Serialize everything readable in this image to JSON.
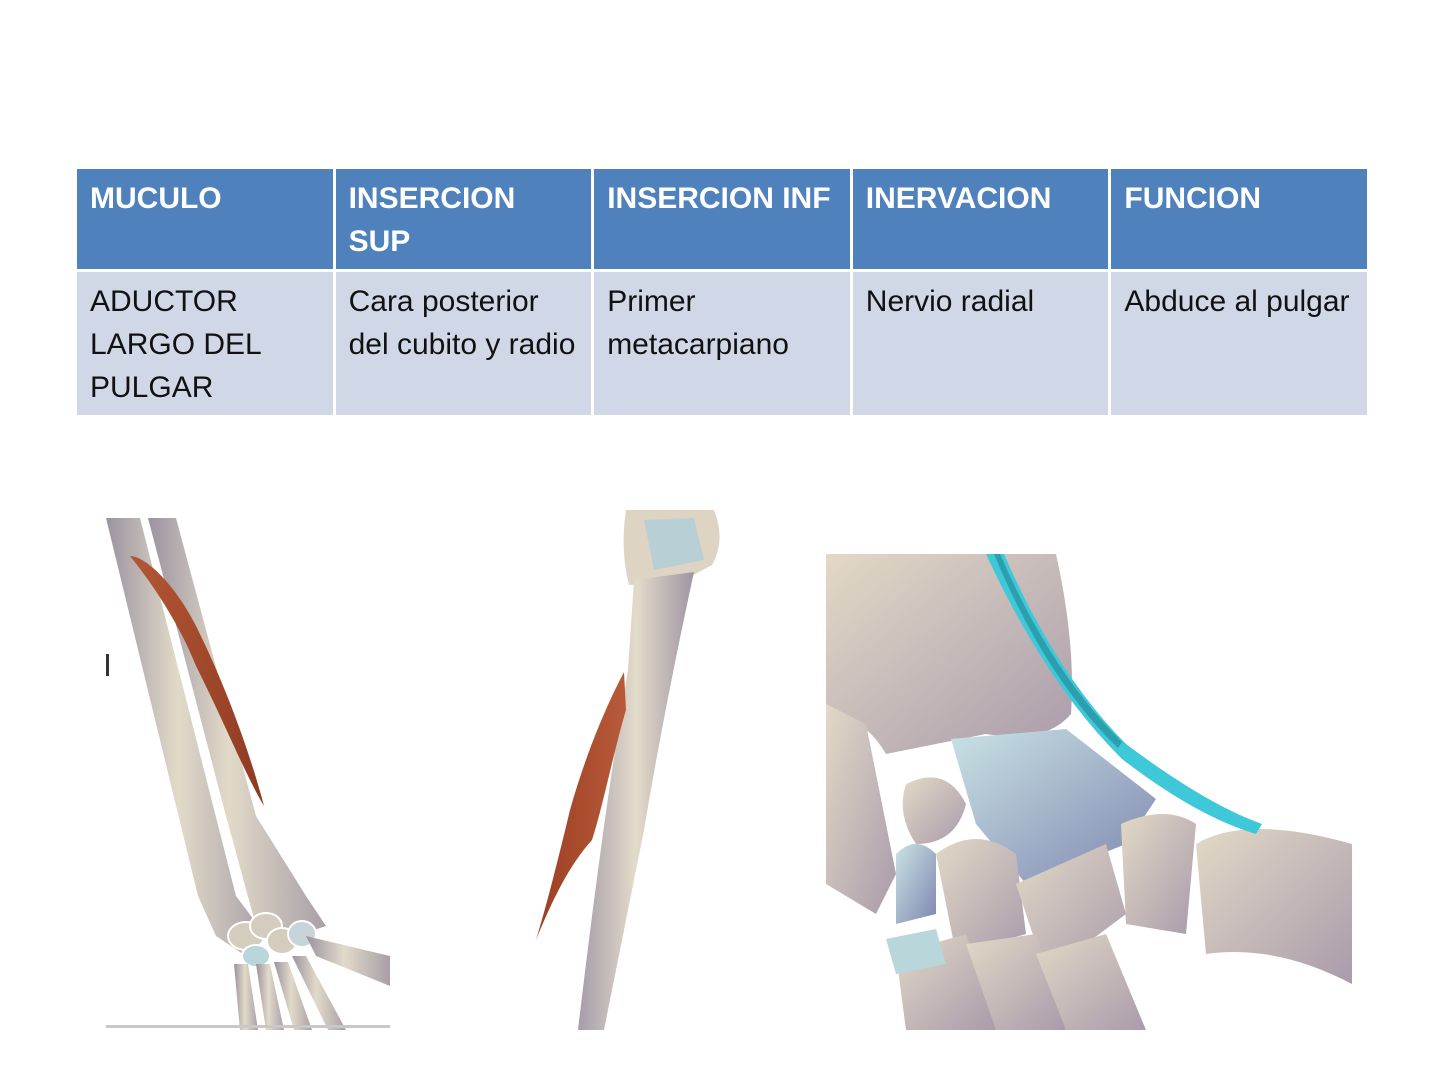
{
  "table": {
    "headers": [
      "MUCULO",
      "INSERCION SUP",
      "INSERCION INF",
      "INERVACION",
      "FUNCION"
    ],
    "rows": [
      [
        "ADUCTOR LARGO DEL PULGAR",
        "Cara posterior del cubito y radio",
        "Primer metacarpiano",
        "Nervio radial",
        "Abduce al pulgar"
      ]
    ]
  },
  "colors": {
    "header_bg": "#4f81bd",
    "row_bg": "#d0d8e8",
    "bone": "#d9d0bd",
    "muscle": "#a4482a",
    "tendon": "#3fc8d8"
  },
  "figures": [
    {
      "name": "forearm-anterior-view"
    },
    {
      "name": "radius-lateral-view"
    },
    {
      "name": "wrist-tendon-closeup"
    }
  ]
}
